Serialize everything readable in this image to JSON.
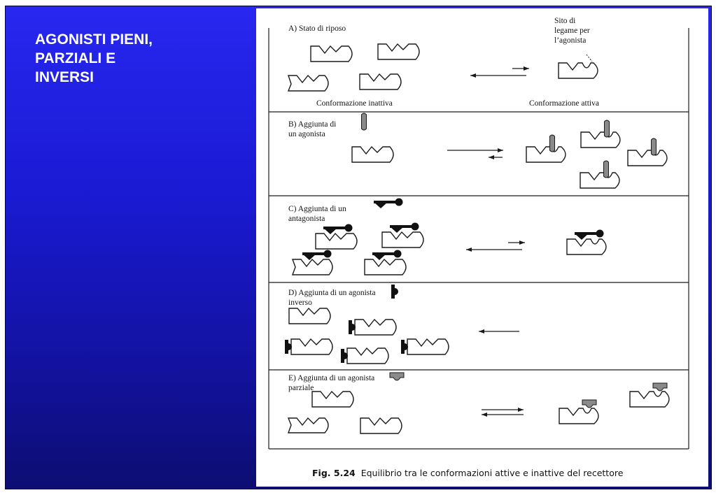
{
  "slide": {
    "title_lines": [
      "AGONISTI PIENI,",
      "PARZIALI E",
      "INVERSI"
    ]
  },
  "figure": {
    "panels": [
      {
        "label": "A) Stato di riposo"
      },
      {
        "label_lines": [
          "B) Aggiunta di",
          "un agonista"
        ]
      },
      {
        "label_lines": [
          "C) Aggiunta di un",
          "antagonista"
        ]
      },
      {
        "label_lines": [
          "D) Aggiunta di un agonista",
          "inverso"
        ]
      },
      {
        "label_lines": [
          "E) Aggiunta di un agonista",
          "parziale"
        ]
      }
    ],
    "binding_site_label_lines": [
      "Sito di",
      "legame per",
      "l’agonista"
    ],
    "inactive_label": "Conformazione inattiva",
    "active_label": "Conformazione attiva",
    "caption_prefix": "Fig. 5.24",
    "caption_text": "Equilibrio tra le conformazioni attive e inattive del recettore"
  },
  "colors": {
    "slide_gradient_top": "#2727f0",
    "slide_gradient_bottom": "#0d0d72",
    "agonist": "#8a8a8a",
    "antagonist": "#111111",
    "partial_agonist": "#8a8a8a"
  }
}
